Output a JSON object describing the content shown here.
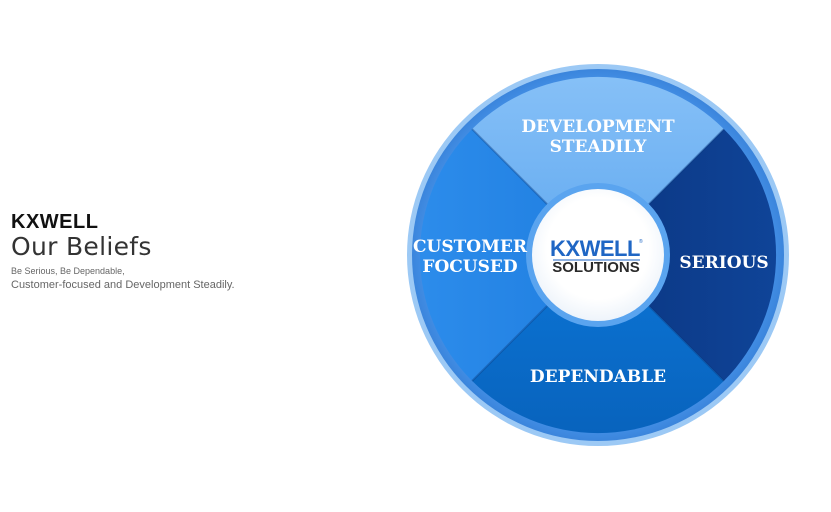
{
  "brand": "KXWELL",
  "heading": "Our Beliefs",
  "subtitle_line1": "Be Serious, Be Dependable,",
  "subtitle_line2": "Customer-focused and Development Steadily.",
  "diagram": {
    "segments": {
      "top": {
        "line1": "DEVELOPMENT",
        "line2": "STEADILY",
        "color": "#7ab8f5"
      },
      "right": {
        "line1": "SERIOUS",
        "color": "#0d3e8f"
      },
      "bottom": {
        "line1": "DEPENDABLE",
        "color": "#0a6cc9"
      },
      "left": {
        "line1": "CUSTOMER",
        "line2": "FOCUSED",
        "color": "#2a8ae8"
      }
    },
    "center": {
      "logo": "KXWELL",
      "logo_mark": "®",
      "tagline": "SOLUTIONS"
    },
    "outer_ring_color": "#4a98ee"
  }
}
